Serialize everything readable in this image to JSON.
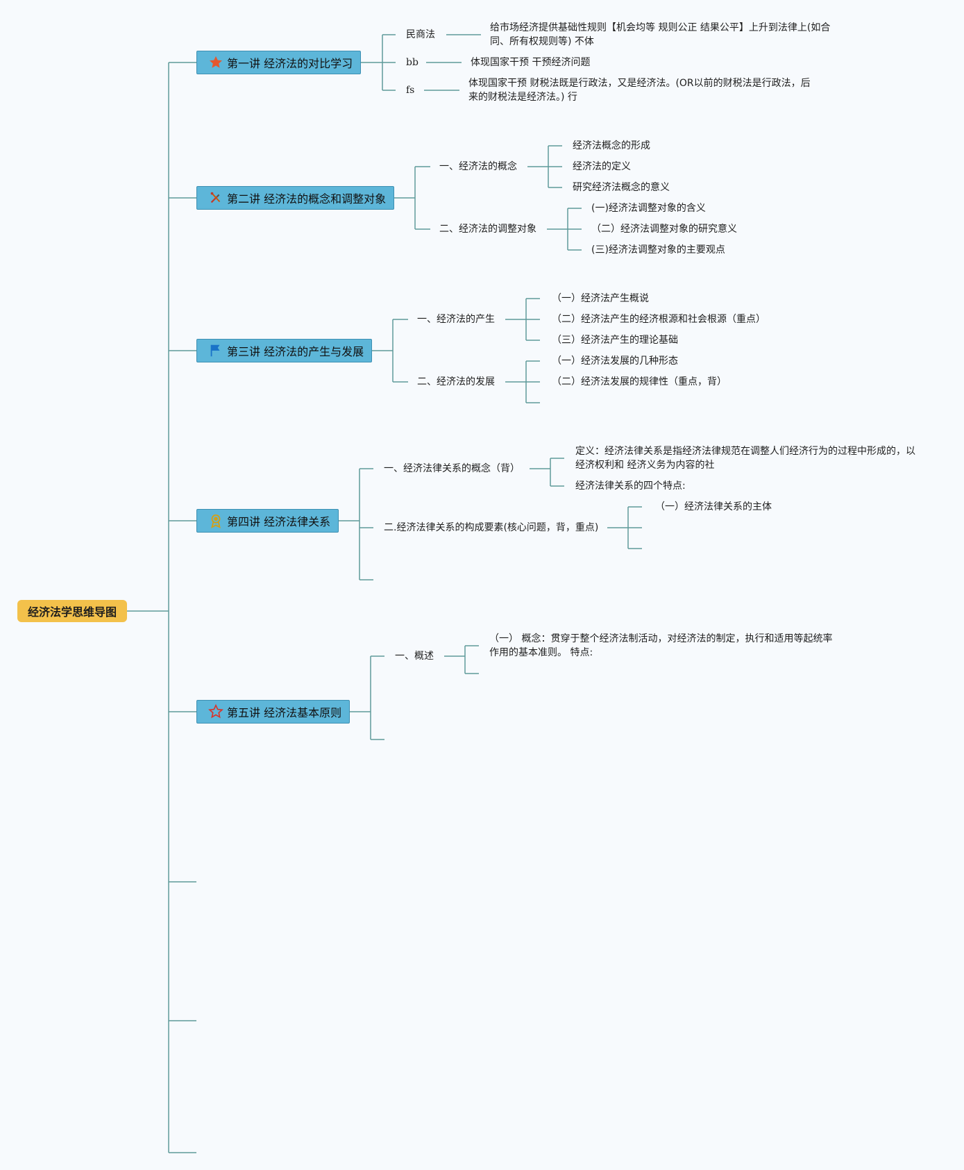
{
  "root": "经济法学思维导图",
  "lectures": [
    {
      "title": "第一讲 经济法的对比学习",
      "icon": "star-filled-icon"
    },
    {
      "title": "第二讲 经济法的概念和调整对象",
      "icon": "tools-icon"
    },
    {
      "title": "第三讲 经济法的产生与发展",
      "icon": "flag-icon"
    },
    {
      "title": "第四讲 经济法律关系",
      "icon": "award-badge-icon"
    },
    {
      "title": "第五讲 经济法基本原则",
      "icon": "star-outline-icon"
    }
  ],
  "l1": {
    "branches": [
      "民商法",
      "bb",
      "fs"
    ],
    "leaves": [
      "给市场经济提供基础性规则【机会均等 规则公正 结果公平】上升到法律上(如合同、所有权规则等) 不体",
      "体现国家干预 干预经济问题",
      "体现国家干预 财税法既是行政法，又是经济法。(OR以前的财税法是行政法，后来的财税法是经济法。) 行"
    ]
  },
  "l2": {
    "sub1": "一、经济法的概念",
    "sub1_items": [
      "经济法概念的形成",
      "经济法的定义",
      "研究经济法概念的意义"
    ],
    "sub2": "二、经济法的调整对象",
    "sub2_items": [
      "(一)经济法调整对象的含义",
      "（二）经济法调整对象的研究意义",
      "(三)经济法调整对象的主要观点"
    ]
  },
  "l3": {
    "sub1": "一、经济法的产生",
    "sub1_items": [
      "（一）经济法产生概说",
      "（二）经济法产生的经济根源和社会根源（重点）",
      "（三）经济法产生的理论基础"
    ],
    "sub2": "二、经济法的发展",
    "sub2_items": [
      "（一）经济法发展的几种形态",
      "（二）经济法发展的规律性（重点，背）"
    ]
  },
  "l4": {
    "sub1": "一、经济法律关系的概念（背）",
    "sub1_items": [
      "定义：经济法律关系是指经济法律规范在调整人们经济行为的过程中形成的，以经济权利和 经济义务为内容的社",
      "经济法律关系的四个特点:"
    ],
    "sub2": "二.经济法律关系的构成要素(核心问题，背，重点)",
    "sub2_items": [
      "（一）经济法律关系的主体"
    ]
  },
  "l5": {
    "sub1": "一、概述",
    "sub1_items": [
      "（一） 概念：贯穿于整个经济法制活动，对经济法的制定，执行和适用等起统率作用的基本准则。 特点:"
    ]
  },
  "colors": {
    "root": "#f3c14b",
    "lecture": "#5db6d9",
    "line": "#5f9a9a",
    "background": "#f7fafd"
  }
}
